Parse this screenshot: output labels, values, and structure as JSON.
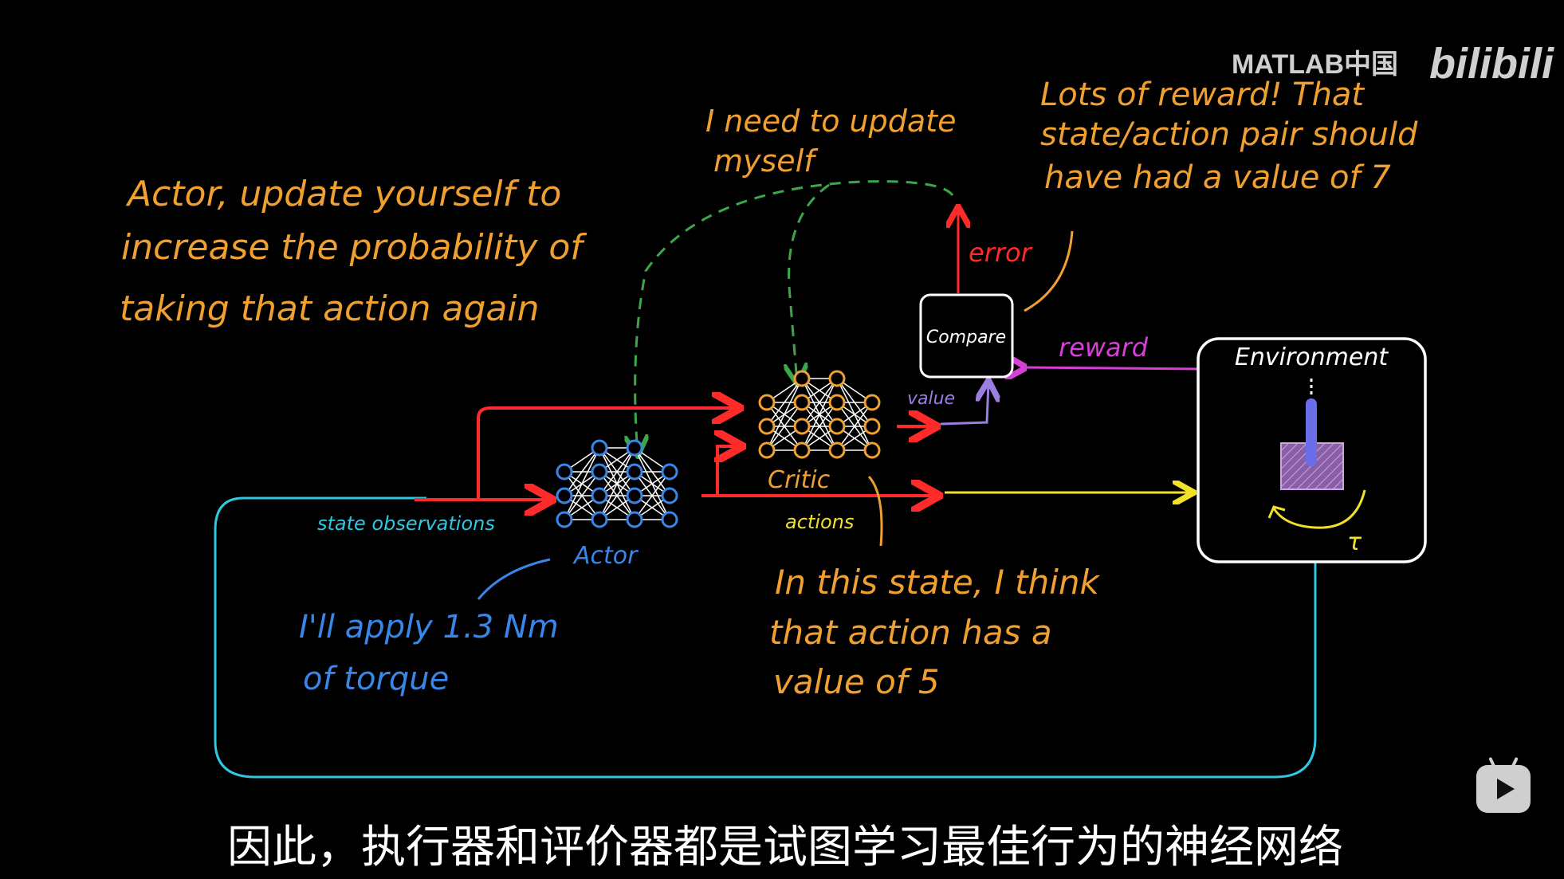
{
  "watermark": {
    "brand": "MATLAB中国",
    "platform": "bilibili"
  },
  "labels": {
    "actor": "Actor",
    "critic": "Critic",
    "compare": "Compare",
    "environment": "Environment",
    "state_observations": "state observations",
    "actions": "actions",
    "value": "value",
    "reward": "reward",
    "error": "error"
  },
  "notes": {
    "actor_update": [
      "Actor, update yourself to",
      "increase the probability of",
      "taking that action again"
    ],
    "critic_update": [
      "I need to update",
      "myself"
    ],
    "reward_note": [
      "Lots of reward! That",
      "state/action pair should",
      "have had a value of 7"
    ],
    "critic_think": [
      "In this state, I think",
      "that action has a",
      "value of 5"
    ],
    "actor_torque": [
      "I'll apply 1.3 Nm",
      "of torque"
    ]
  },
  "subtitle": "因此，执行器和评价器都是试图学习最佳行为的神经网络",
  "colors": {
    "orange": "#f0a030",
    "red": "#ff2a2a",
    "blue": "#3a86e8",
    "cyan": "#2ec8e0",
    "yellow": "#f2e12a",
    "magenta": "#d640d6",
    "purple": "#9b7fe0",
    "green": "#3aa84a",
    "white": "#ffffff"
  },
  "icons": {
    "play": "play-button-icon"
  }
}
